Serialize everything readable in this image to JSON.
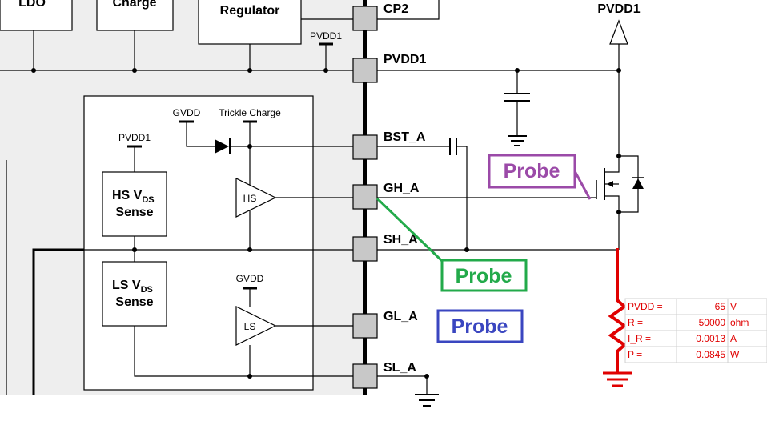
{
  "blocks": {
    "ldo": "LDO",
    "charge": "Charge",
    "regulator": "Regulator",
    "hs_sense_1": "HS V",
    "hs_sense_sub": "DS",
    "hs_sense_2": "Sense",
    "ls_sense_1": "LS V",
    "ls_sense_sub": "DS",
    "ls_sense_2": "Sense",
    "hs_amp": "HS",
    "ls_amp": "LS"
  },
  "labels": {
    "pvdd1_inner": "PVDD1",
    "pvdd1_top": "PVDD1",
    "pvdd1_sense": "PVDD1",
    "gvdd_top": "GVDD",
    "trickle": "Trickle Charge",
    "gvdd_ls": "GVDD"
  },
  "pins": [
    "CP2",
    "PVDD1",
    "BST_A",
    "GH_A",
    "SH_A",
    "GL_A",
    "SL_A"
  ],
  "probes": [
    {
      "text": "Probe",
      "color": "#9b4aa8"
    },
    {
      "text": "Probe",
      "color": "#22aa4a"
    },
    {
      "text": "Probe",
      "color": "#3a46c0"
    }
  ],
  "calc_table": [
    {
      "name": "PVDD =",
      "value": "65",
      "unit": "V"
    },
    {
      "name": "R =",
      "value": "50000",
      "unit": "ohm"
    },
    {
      "name": "I_R =",
      "value": "0.0013",
      "unit": "A"
    },
    {
      "name": "P =",
      "value": "0.0845",
      "unit": "W"
    }
  ],
  "colors": {
    "ic_background": "#eeeeee",
    "resistor": "#e00000",
    "probe_purple": "#9b4aa8",
    "probe_green": "#22aa4a",
    "probe_blue": "#3a46c0"
  }
}
